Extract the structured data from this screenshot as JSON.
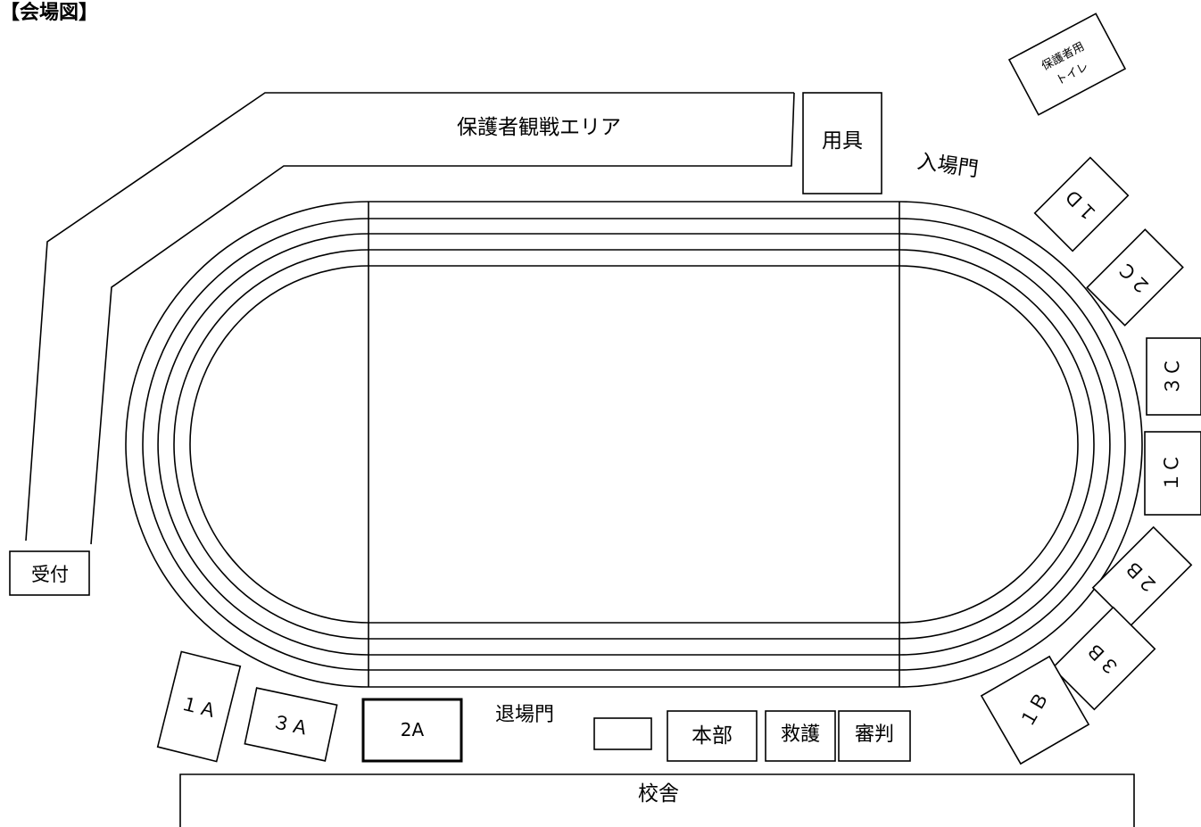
{
  "title": "【会場図】",
  "labels": {
    "spectator_area": "保護者観戦エリア",
    "equipment": "用具",
    "entrance_gate": "入場門",
    "parent_toilet_line1": "保護者用",
    "parent_toilet_line2": "トイレ",
    "reception": "受付",
    "exit_gate": "退場門",
    "headquarters": "本部",
    "first_aid": "救護",
    "referee": "審判",
    "school_building": "校舎"
  },
  "class_areas": {
    "a1": "１Ａ",
    "a3": "３Ａ",
    "a2": "2A",
    "b1": "１Ｂ",
    "b3": "３Ｂ",
    "b2": "２Ｂ",
    "c1": "１Ｃ",
    "c3": "３Ｃ",
    "c2": "２Ｃ",
    "d1": "１Ｄ"
  }
}
